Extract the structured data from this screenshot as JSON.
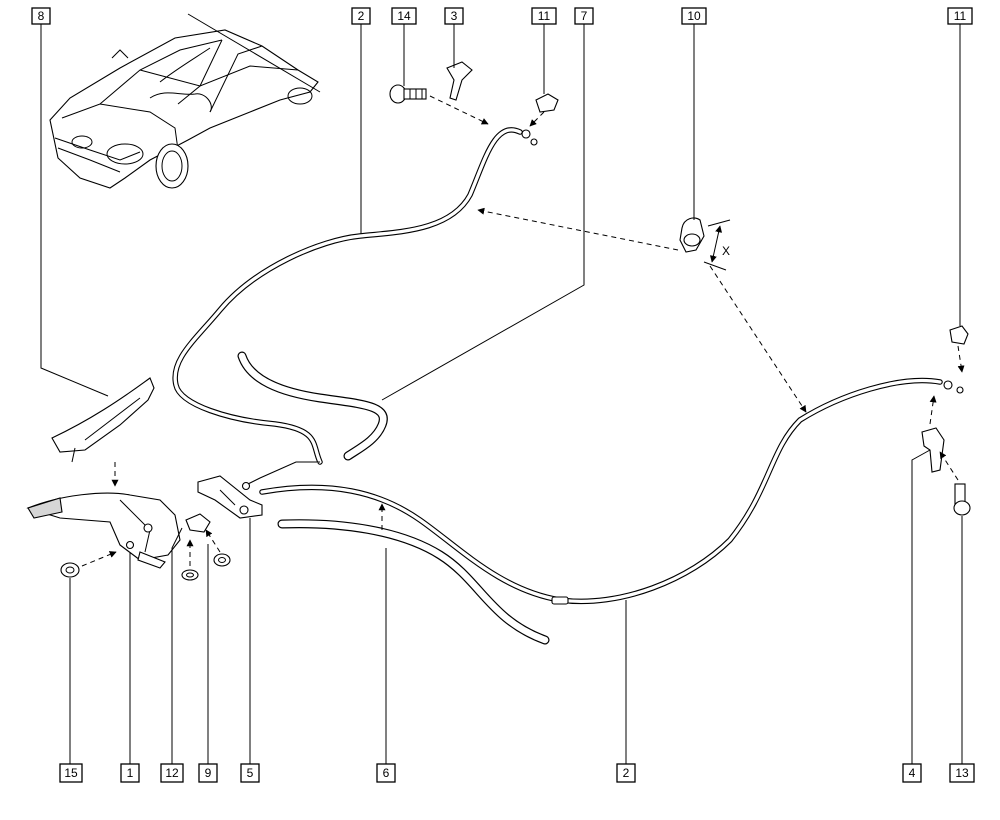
{
  "callouts": {
    "top_8": "8",
    "top_2": "2",
    "top_14": "14",
    "top_3": "3",
    "top_11_left": "11",
    "top_7": "7",
    "top_10": "10",
    "top_11_right": "11",
    "bottom_15": "15",
    "bottom_1": "1",
    "bottom_12": "12",
    "bottom_9": "9",
    "bottom_5": "5",
    "bottom_6": "6",
    "bottom_2": "2",
    "bottom_4": "4",
    "bottom_13": "13"
  },
  "dimension_label": "X"
}
